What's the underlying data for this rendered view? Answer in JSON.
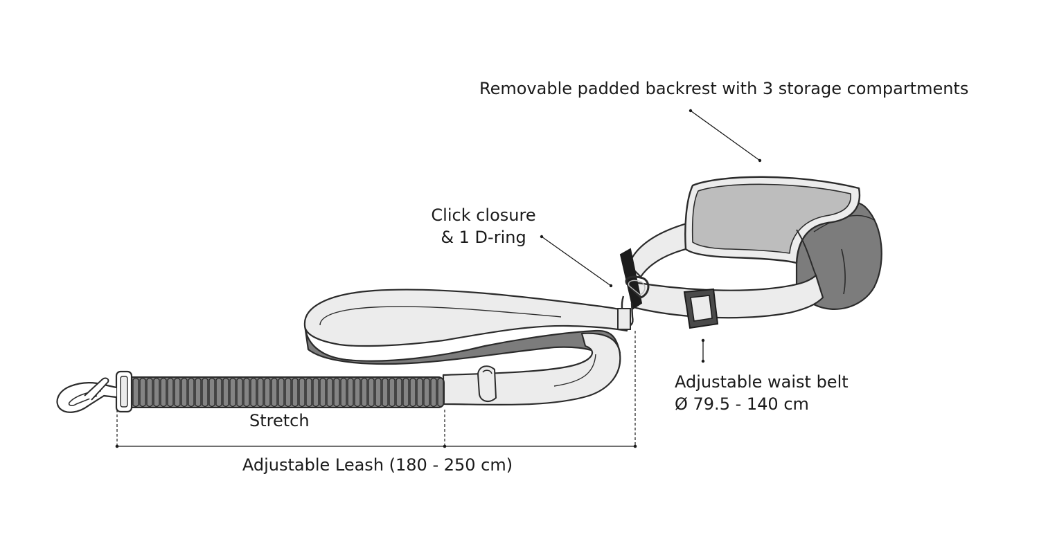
{
  "callouts": {
    "backrest": "Removable padded backrest with 3 storage compartments",
    "closure_line1": "Click closure",
    "closure_line2": "& 1 D-ring",
    "waist_line1": "Adjustable waist belt",
    "waist_line2": "Ø 79.5 - 140 cm",
    "stretch": "Stretch",
    "leash": "Adjustable Leash (180 - 250 cm)"
  },
  "colors": {
    "outline": "#2b2b2b",
    "light_strap": "#ececec",
    "mid_gray": "#bdbdbd",
    "dark_gray": "#7c7c7c",
    "black_part": "#1c1c1c",
    "background": "#ffffff"
  }
}
